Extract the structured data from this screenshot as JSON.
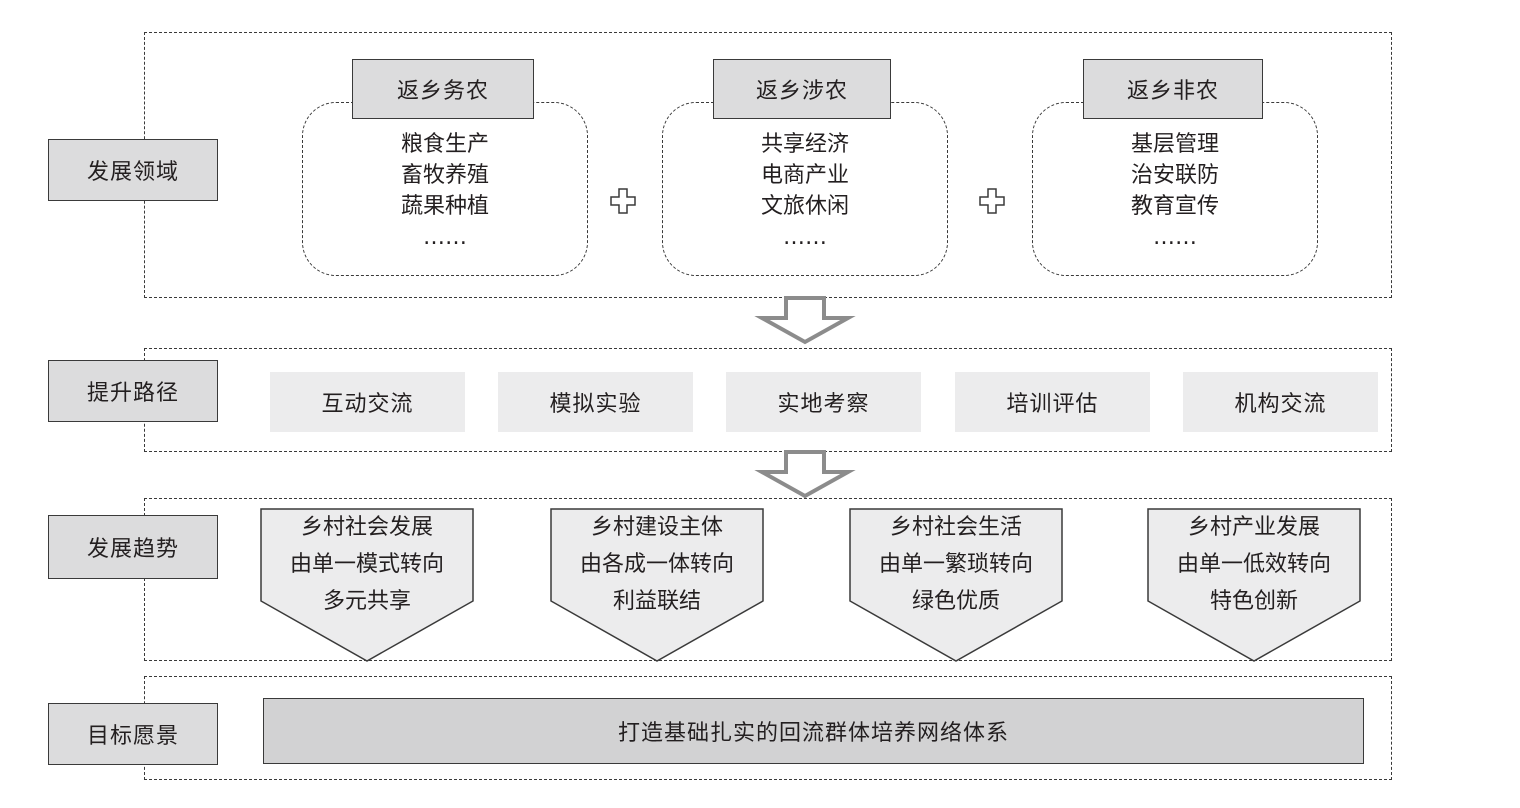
{
  "rows": {
    "domain": "发展领域",
    "path": "提升路径",
    "trend": "发展趋势",
    "vision": "目标愿景"
  },
  "domains": [
    {
      "header": "返乡务农",
      "items": [
        "粮食生产",
        "畜牧养殖",
        "蔬果种植",
        "……"
      ]
    },
    {
      "header": "返乡涉农",
      "items": [
        "共享经济",
        "电商产业",
        "文旅休闲",
        "……"
      ]
    },
    {
      "header": "返乡非农",
      "items": [
        "基层管理",
        "治安联防",
        "教育宣传",
        "……"
      ]
    }
  ],
  "paths": [
    "互动交流",
    "模拟实验",
    "实地考察",
    "培训评估",
    "机构交流"
  ],
  "trends": [
    {
      "line1": "乡村社会发展",
      "line2": "由单一模式转向",
      "line3": "多元共享"
    },
    {
      "line1": "乡村建设主体",
      "line2": "由各成一体转向",
      "line3": "利益联结"
    },
    {
      "line1": "乡村社会生活",
      "line2": "由单一繁琐转向",
      "line3": "绿色优质"
    },
    {
      "line1": "乡村产业发展",
      "line2": "由单一低效转向",
      "line3": "特色创新"
    }
  ],
  "vision": "打造基础扎实的回流群体培养网络体系",
  "icons": {
    "plus": "plus-outline-icon",
    "arrow": "down-arrow-icon"
  },
  "colors": {
    "label_bg": "#dcdcdd",
    "path_bg": "#ececed",
    "goal_bg": "#d2d2d3",
    "stroke": "#3a3a3a",
    "arrow": "#8c8c8c"
  }
}
